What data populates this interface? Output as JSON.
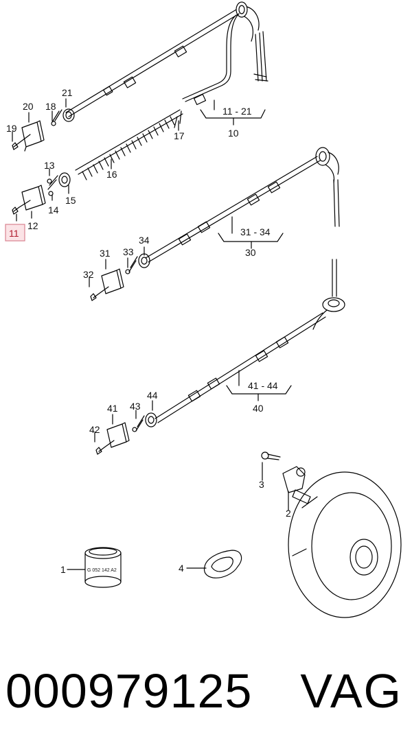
{
  "diagram": {
    "labels": {
      "c1": "1",
      "c2": "2",
      "c3": "3",
      "c4": "4",
      "c10": "10",
      "c11": "11",
      "c12": "12",
      "c13": "13",
      "c14": "14",
      "c15": "15",
      "c16": "16",
      "c17": "17",
      "c18": "18",
      "c19": "19",
      "c20": "20",
      "c21": "21",
      "c30": "30",
      "c31": "31",
      "c32": "32",
      "c33": "33",
      "c34": "34",
      "c40": "40",
      "c41": "41",
      "c42": "42",
      "c43": "43",
      "c44": "44",
      "r11_21": "11 - 21",
      "r31_34": "31 - 34",
      "r41_44": "41 - 44"
    },
    "ring_marking": "G 052 142 A2",
    "highlight_color": "#d9828f"
  },
  "footer": {
    "part_number": "000979125",
    "brand": "VAG"
  }
}
